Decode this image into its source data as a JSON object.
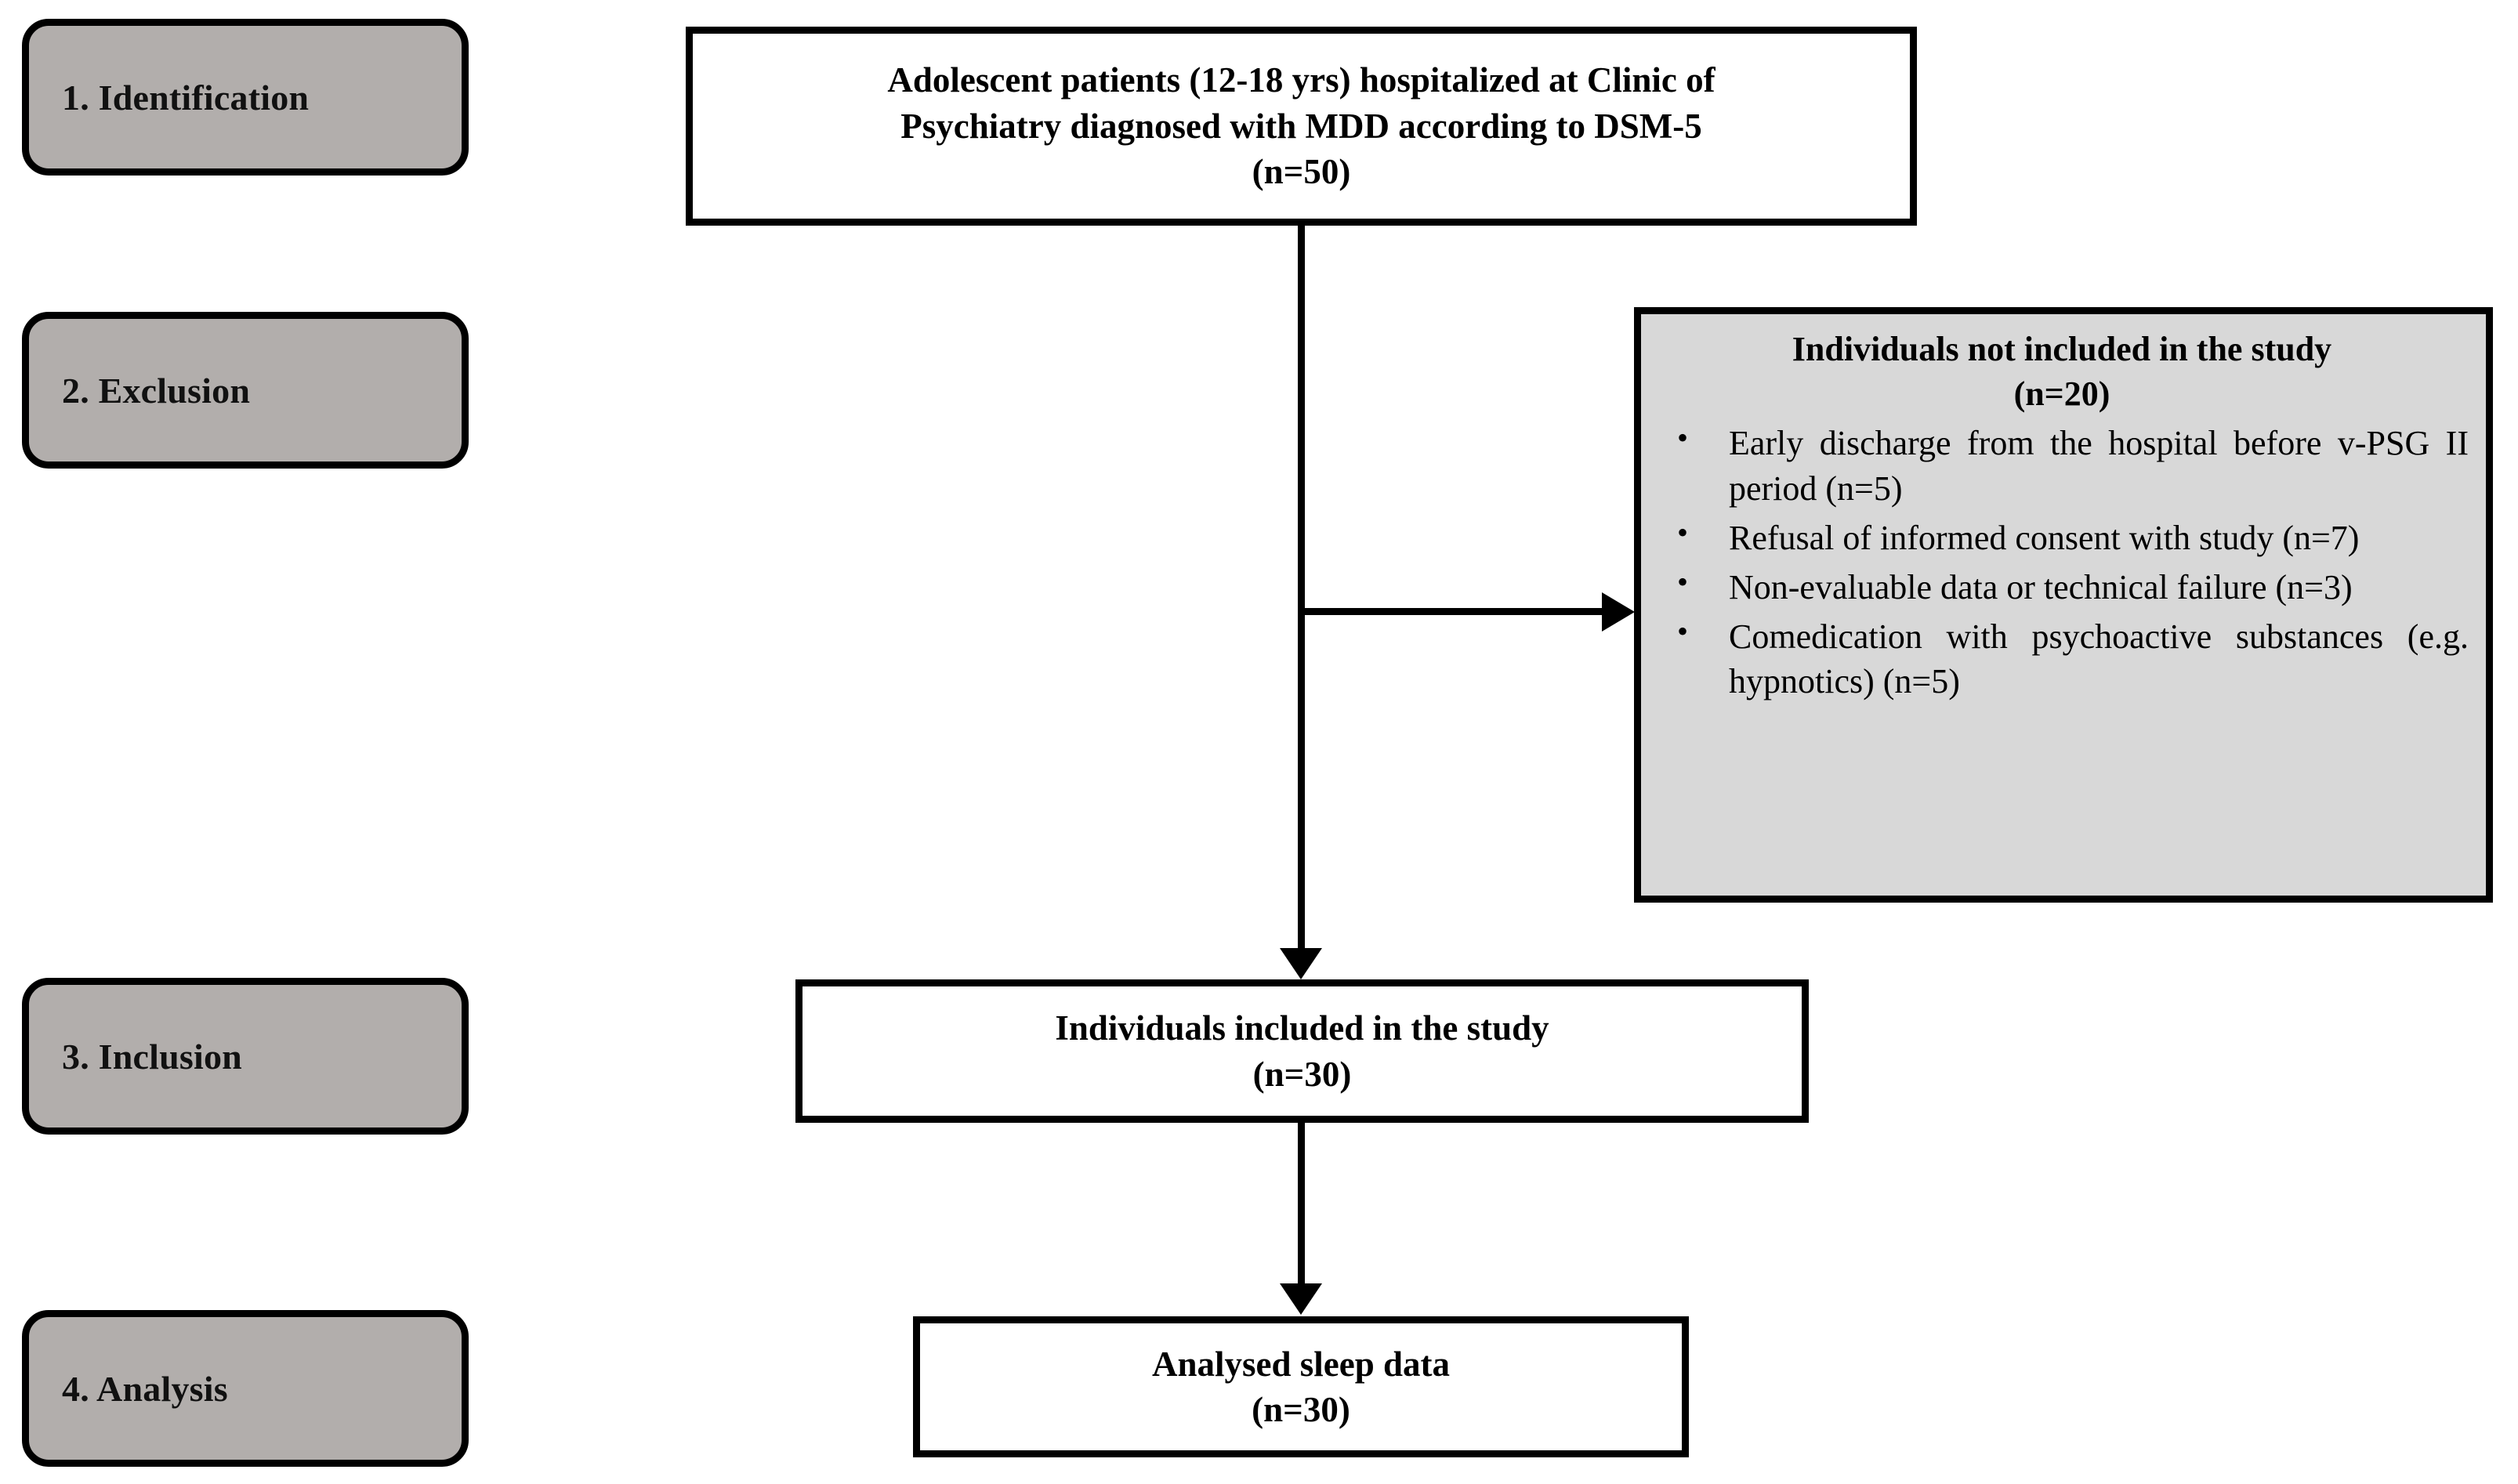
{
  "figure": {
    "type": "flowchart",
    "subtype": "study-participant-flow"
  },
  "stages": [
    {
      "label": "1. Identification"
    },
    {
      "label": "2. Exclusion"
    },
    {
      "label": "3. Inclusion"
    },
    {
      "label": "4. Analysis"
    }
  ],
  "boxes": {
    "identification": {
      "lines": [
        "Adolescent patients (12-18 yrs) hospitalized at Clinic of",
        "Psychiatry diagnosed with MDD according to DSM-5",
        "(n=50)"
      ],
      "count": "n=50"
    },
    "exclusion": {
      "title": "Individuals not included in the study",
      "count_line": "(n=20)",
      "count": "n=20",
      "items": [
        "Early discharge from the hospital before v-PSG II period (n=5)",
        "Refusal of informed consent with study (n=7)",
        "Non-evaluable data or technical failure (n=3)",
        "Comedication with psychoactive substances (e.g. hypnotics) (n=5)"
      ]
    },
    "inclusion": {
      "lines": [
        "Individuals included in the study",
        "(n=30)"
      ],
      "count": "n=30"
    },
    "analysis": {
      "lines": [
        "Analysed sleep data",
        "(n=30)"
      ],
      "count": "n=30"
    }
  },
  "colors": {
    "stage_pill_fill": "#b2aeac",
    "exclusion_fill": "#d8d8d8",
    "box_fill": "#ffffff",
    "stroke": "#000000",
    "background": "#ffffff"
  }
}
